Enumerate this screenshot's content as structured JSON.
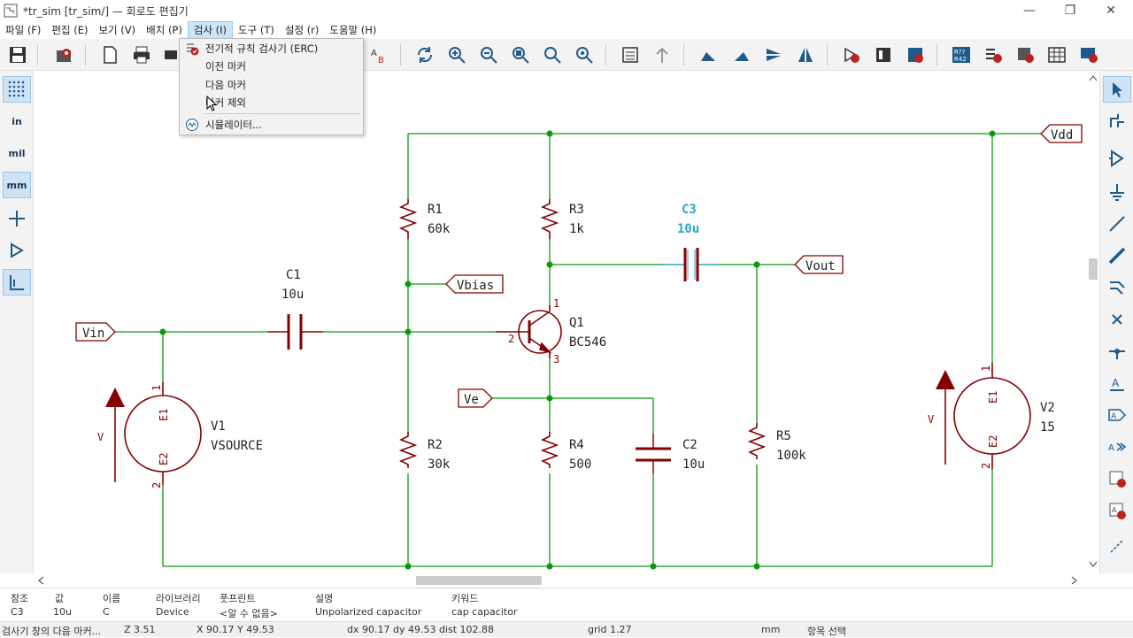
{
  "window": {
    "title": "*tr_sim [tr_sim/] — 회로도 편집기",
    "minimize": "—",
    "restore": "❐",
    "close": "✕"
  },
  "menu": {
    "items": [
      "파일 (F)",
      "편집 (E)",
      "보기 (V)",
      "배치 (P)",
      "검사 (I)",
      "도구 (T)",
      "설정 (r)",
      "도움말 (H)"
    ],
    "active_index": 4
  },
  "dropdown": {
    "items": [
      {
        "label": "전기적 규칙 검사기 (ERC)",
        "icon": "erc-icon"
      },
      {
        "label": "이전 마커",
        "icon": ""
      },
      {
        "label": "다음 마커",
        "icon": ""
      },
      {
        "label": "마커 제외",
        "icon": ""
      },
      {
        "label": "시뮬레이터...",
        "icon": "simulator-icon"
      }
    ]
  },
  "left_toolbar": {
    "units": [
      "in",
      "mil",
      "mm"
    ],
    "active_unit": "mm"
  },
  "schematic": {
    "components": [
      {
        "ref": "R1",
        "value": "60k"
      },
      {
        "ref": "R2",
        "value": "30k"
      },
      {
        "ref": "R3",
        "value": "1k"
      },
      {
        "ref": "R4",
        "value": "500"
      },
      {
        "ref": "R5",
        "value": "100k"
      },
      {
        "ref": "C1",
        "value": "10u"
      },
      {
        "ref": "C2",
        "value": "10u"
      },
      {
        "ref": "C3",
        "value": "10u"
      },
      {
        "ref": "Q1",
        "value": "BC546"
      },
      {
        "ref": "V1",
        "value": "VSOURCE"
      },
      {
        "ref": "V2",
        "value": "15"
      }
    ],
    "labels": [
      "Vdd",
      "Vbias",
      "Vout",
      "Vin",
      "Ve"
    ],
    "pins": {
      "q_c": "1",
      "q_b": "2",
      "q_e": "3",
      "v_top": "1",
      "v_bottom": "2",
      "v_e1": "E1",
      "v_e2": "E2",
      "v_sym": "V"
    }
  },
  "message_panel": {
    "headers": [
      "참조",
      "값",
      "이름",
      "라이브러리",
      "풋프린트",
      "설명",
      "키워드"
    ],
    "values": [
      "C3",
      "10u",
      "C",
      "Device",
      "<알 수 없음>",
      "Unpolarized capacitor",
      "cap capacitor"
    ]
  },
  "status": {
    "message": "검사기 창의 다음 마커...",
    "zoom": "Z 3.51",
    "coords": "X 90.17  Y 49.53",
    "delta": "dx 90.17  dy 49.53  dist 102.88",
    "grid": "grid 1.27",
    "units": "mm",
    "mode": "항목 선택"
  },
  "colors": {
    "wire": "#0a9a0a",
    "symbol": "#840000",
    "selected": "#29a7c7",
    "text": "#222222"
  }
}
